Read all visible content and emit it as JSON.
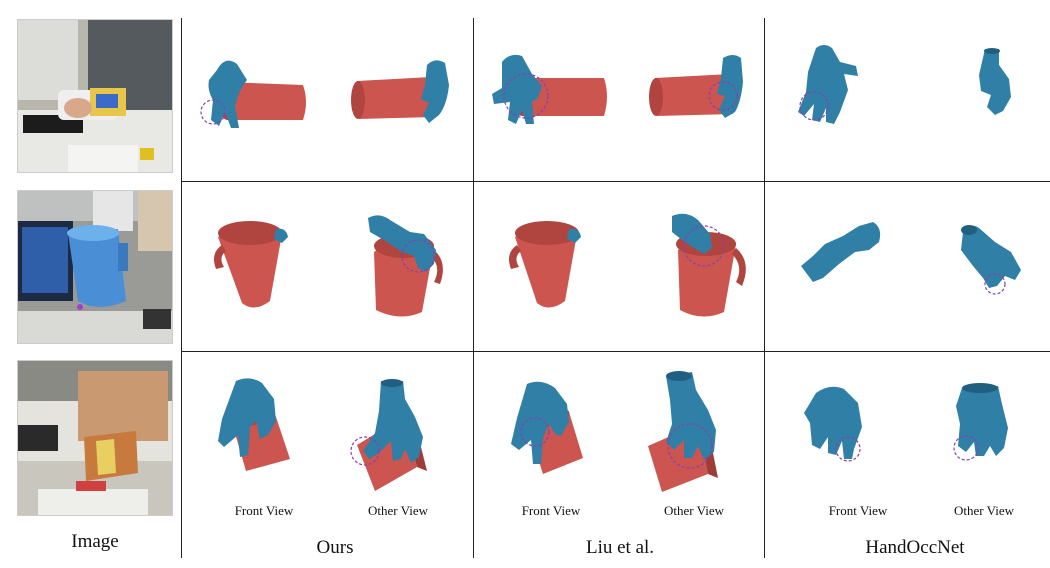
{
  "columns": {
    "image": "Image",
    "ours": "Ours",
    "liu": "Liu et al.",
    "handoccnet": "HandOccNet"
  },
  "view_labels": {
    "front": "Front View",
    "other": "Other View"
  },
  "colors": {
    "hand": "#2f7fa6",
    "hand_dark": "#1f5f80",
    "object": "#cc5550",
    "object_dark": "#9e3c38",
    "highlight_circle": "#8a3fb0",
    "grid_lines": "#222222"
  },
  "rows": [
    {
      "object": "bleach-bottle"
    },
    {
      "object": "pitcher"
    },
    {
      "object": "box"
    }
  ]
}
